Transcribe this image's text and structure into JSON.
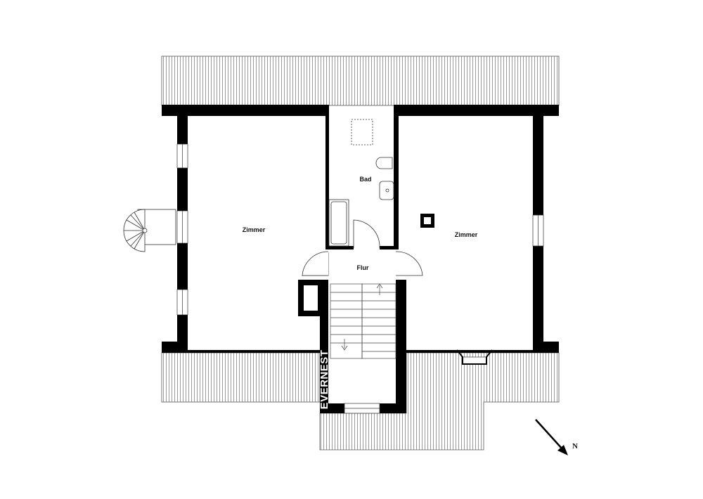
{
  "rooms": {
    "zimmer_left": "Zimmer",
    "bad": "Bad",
    "zimmer_right": "Zimmer",
    "flur": "Flur"
  },
  "watermark": "EVERNEST",
  "compass": {
    "label": "N"
  },
  "colors": {
    "wall": "#000000",
    "roof_line": "#555555",
    "fixture_line": "#333333",
    "background": "#ffffff"
  }
}
